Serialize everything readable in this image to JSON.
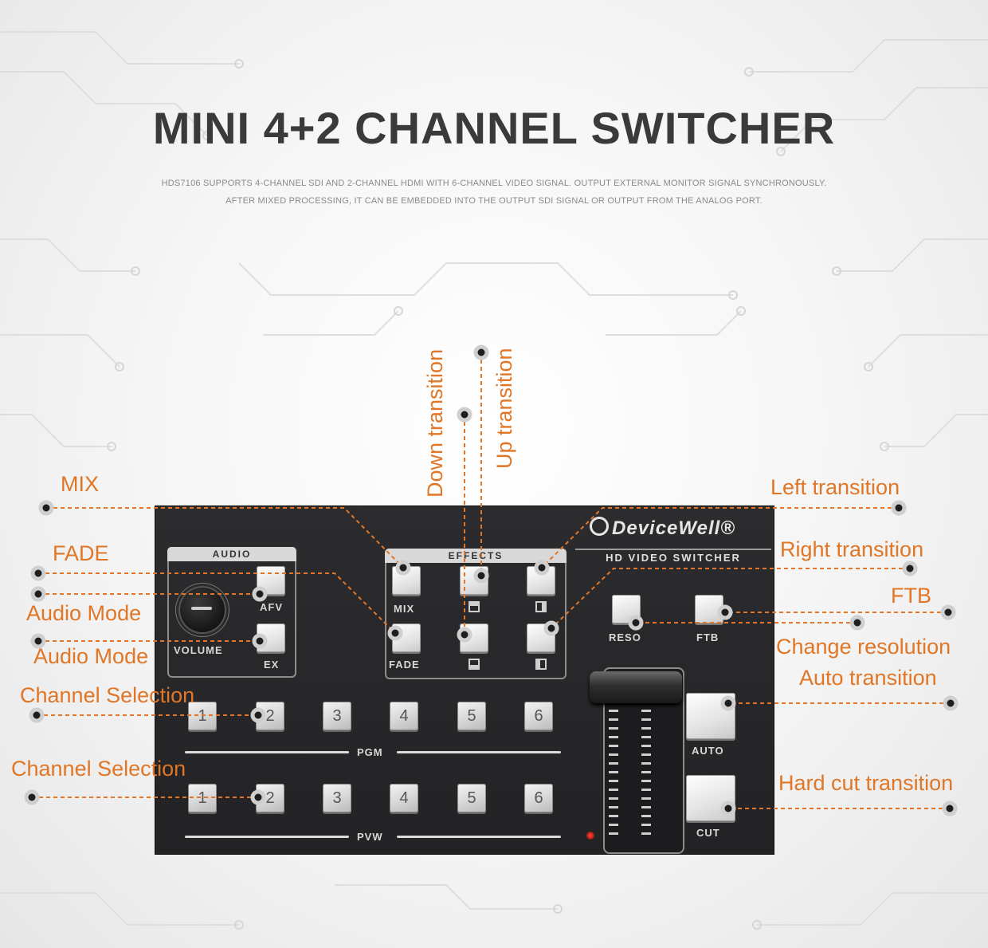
{
  "page": {
    "title": "MINI 4+2 CHANNEL SWITCHER",
    "subtitle_line1": "HDS7106 SUPPORTS 4-CHANNEL SDI AND 2-CHANNEL HDMI WITH 6-CHANNEL VIDEO SIGNAL. OUTPUT EXTERNAL MONITOR SIGNAL SYNCHRONOUSLY.",
    "subtitle_line2": "AFTER MIXED PROCESSING, IT CAN BE EMBEDDED INTO THE OUTPUT SDI SIGNAL OR OUTPUT FROM THE ANALOG PORT."
  },
  "device": {
    "brand": "DeviceWell®",
    "model": "HD VIDEO SWITCHER",
    "audio_panel": {
      "label": "AUDIO",
      "afv": "AFV",
      "ex": "EX",
      "volume": "VOLUME"
    },
    "effects_panel": {
      "label": "EFFECTS",
      "mix": "MIX",
      "fade": "FADE"
    },
    "reso": "RESO",
    "ftb": "FTB",
    "auto": "AUTO",
    "cut": "CUT",
    "pgm": {
      "label": "PGM",
      "buttons": [
        "1",
        "2",
        "3",
        "4",
        "5",
        "6"
      ]
    },
    "pvw": {
      "label": "PVW",
      "buttons": [
        "1",
        "2",
        "3",
        "4",
        "5",
        "6"
      ]
    }
  },
  "callouts": {
    "mix": "MIX",
    "fade": "FADE",
    "audio_mode_1": "Audio Mode",
    "audio_mode_2": "Audio Mode",
    "channel_selection_1": "Channel Selection",
    "channel_selection_2": "Channel Selection",
    "down_transition": "Down transition",
    "up_transition": "Up transition",
    "left_transition": "Left transition",
    "right_transition": "Right transition",
    "ftb": "FTB",
    "change_resolution": "Change resolution",
    "auto_transition": "Auto transition",
    "hard_cut_transition": "Hard cut transition"
  },
  "colors": {
    "accent": "#e07626",
    "device_body": "#2a2a2c",
    "button": "#e6e6e6"
  }
}
